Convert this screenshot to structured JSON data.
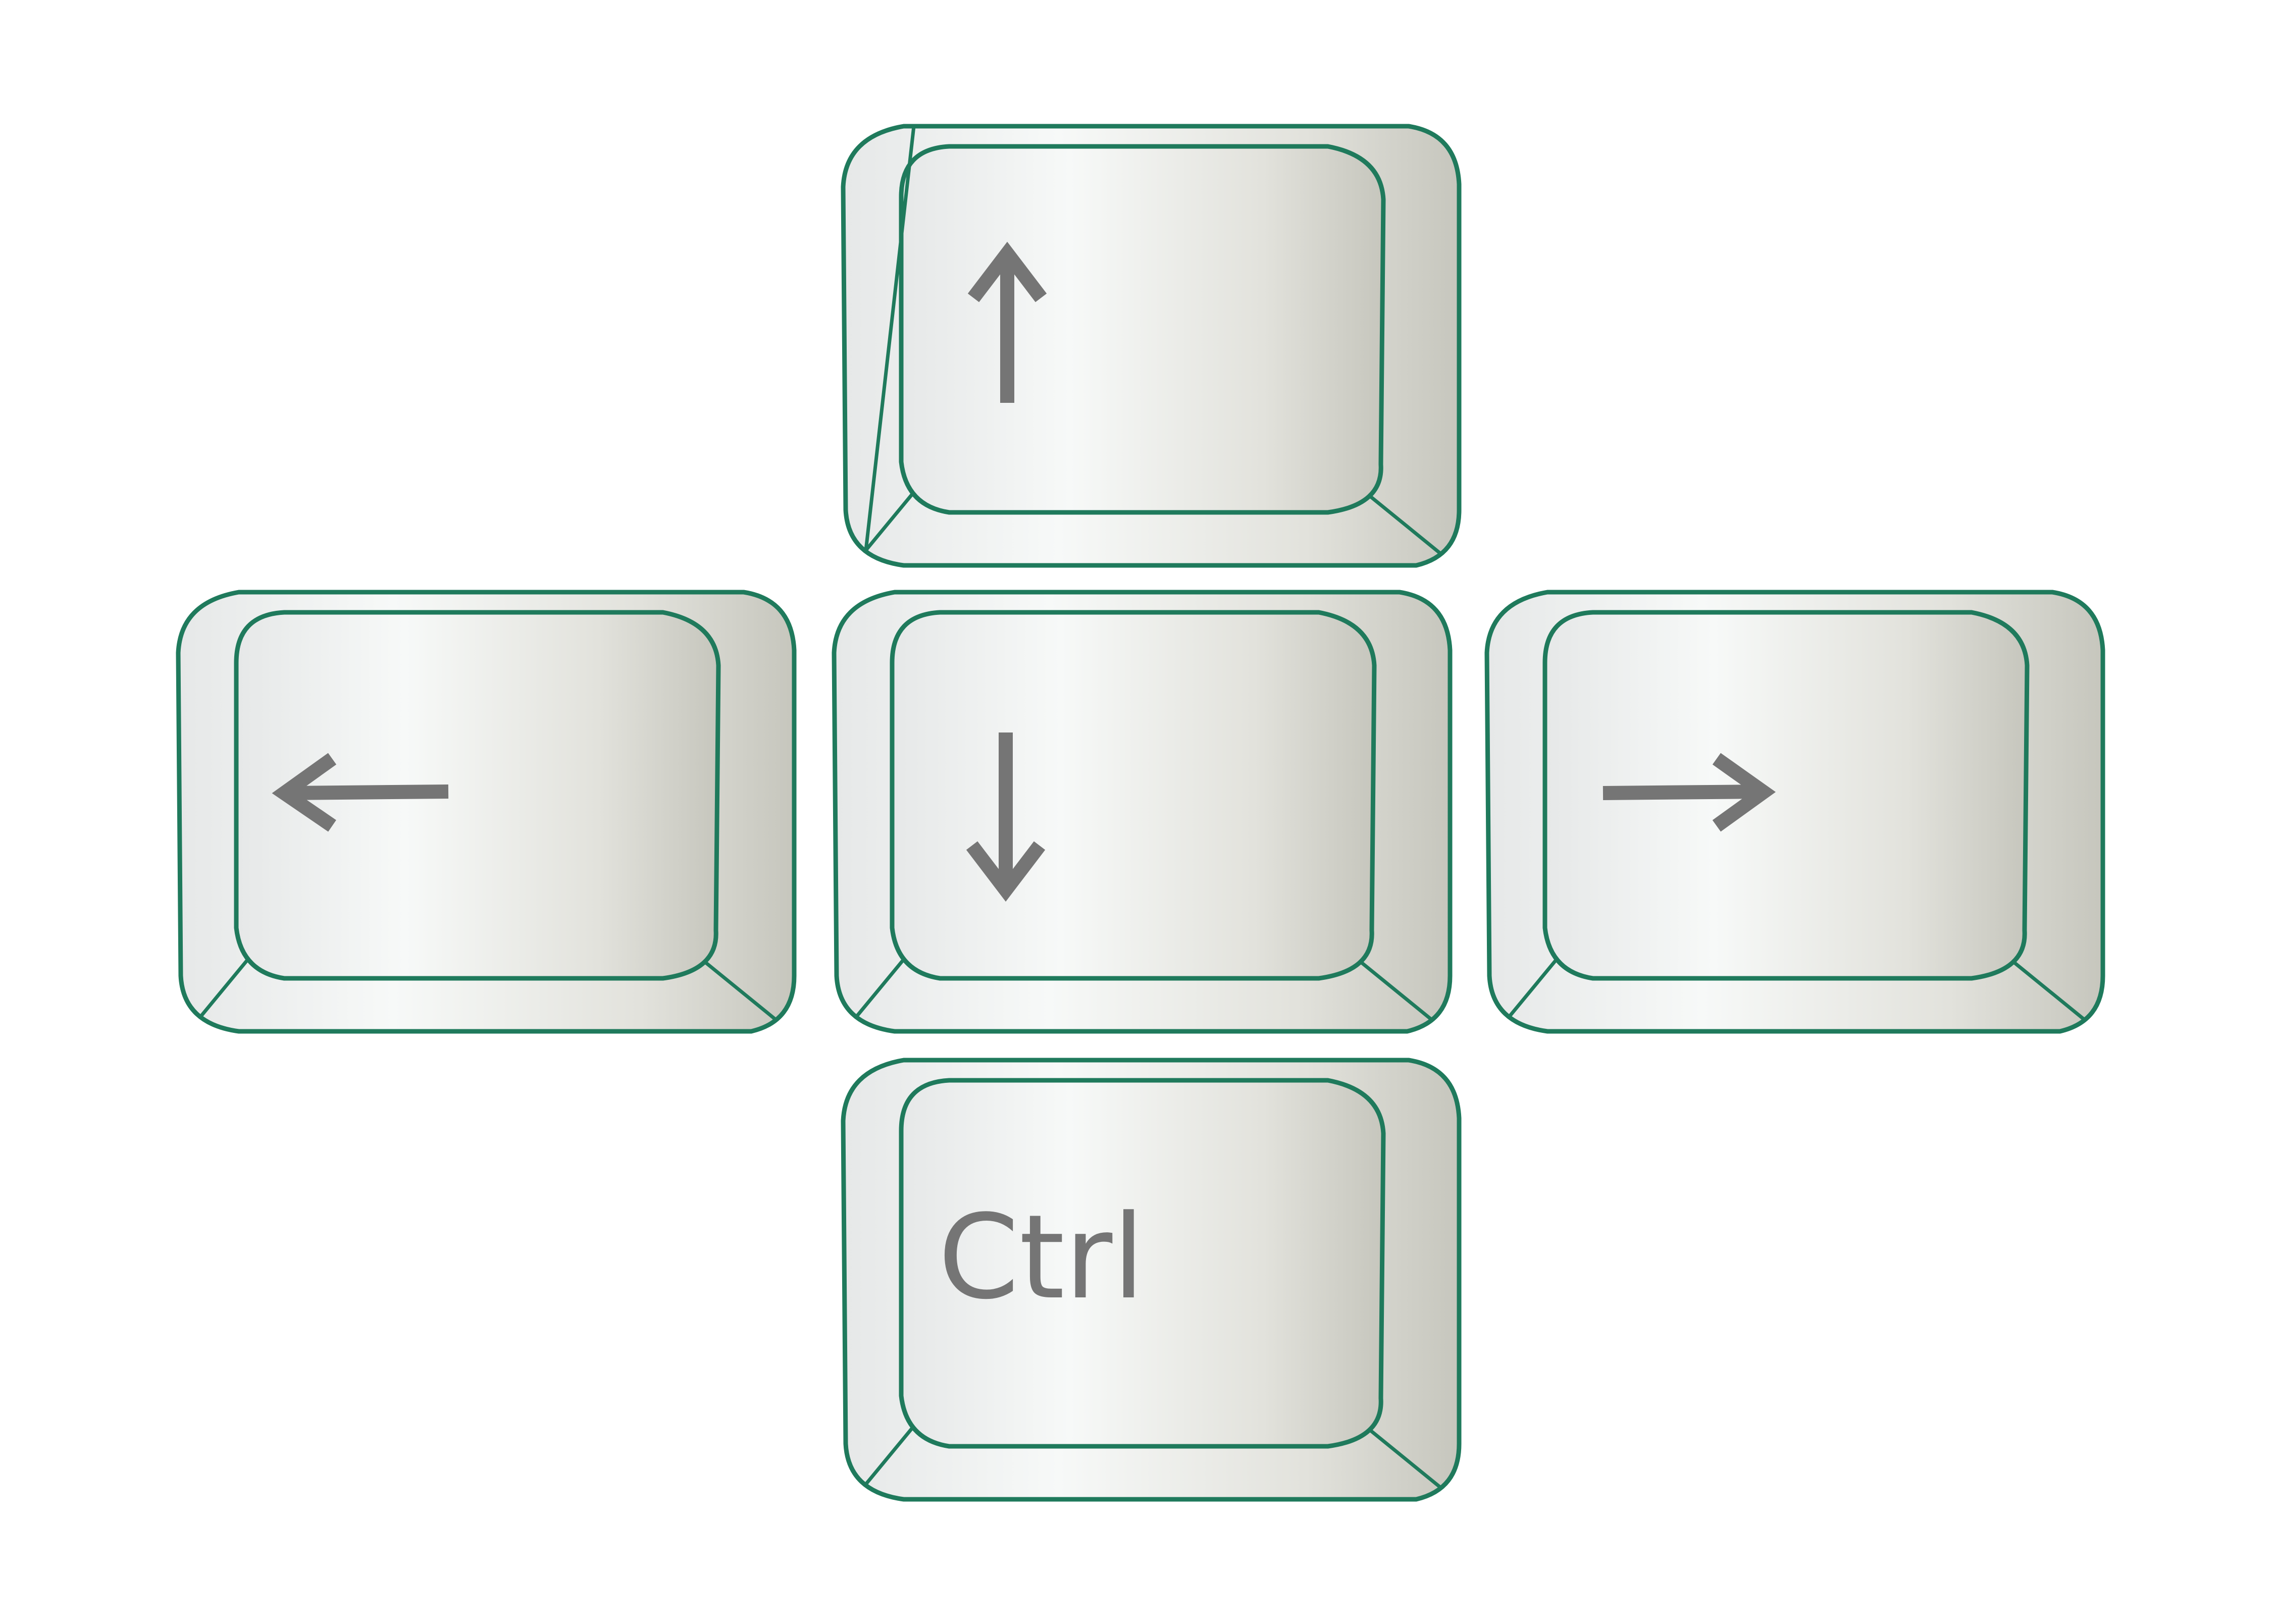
{
  "keys": [
    {
      "name": "up-arrow-key",
      "icon": "arrow-up-icon",
      "label": ""
    },
    {
      "name": "left-arrow-key",
      "icon": "arrow-left-icon",
      "label": ""
    },
    {
      "name": "down-arrow-key",
      "icon": "arrow-down-icon",
      "label": ""
    },
    {
      "name": "right-arrow-key",
      "icon": "arrow-right-icon",
      "label": ""
    },
    {
      "name": "ctrl-key",
      "icon": "",
      "label": "Ctrl"
    }
  ],
  "colors": {
    "outline": "#1f7a5c",
    "glyph": "#757575",
    "key_light": "#f7f9f8",
    "key_dark": "#c6c6bd"
  }
}
